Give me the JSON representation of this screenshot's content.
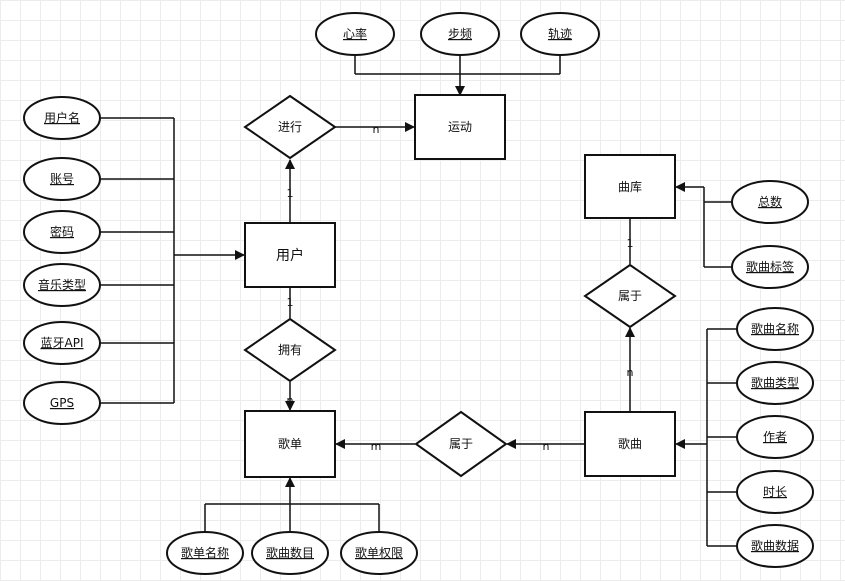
{
  "entities": {
    "user": "用户",
    "exercise": "运动",
    "library": "曲库",
    "playlist": "歌单",
    "song": "歌曲"
  },
  "relationships": {
    "performs": "进行",
    "owns": "拥有",
    "song_belongs_library": "属于",
    "song_belongs_playlist": "属于"
  },
  "attributes": {
    "exercise": [
      "心率",
      "步频",
      "轨迹"
    ],
    "user": [
      "用户名",
      "账号",
      "密码",
      "音乐类型",
      "蓝牙API",
      "GPS"
    ],
    "library": [
      "总数",
      "歌曲标签"
    ],
    "song": [
      "歌曲名称",
      "歌曲类型",
      "作者",
      "时长",
      "歌曲数据"
    ],
    "playlist": [
      "歌单名称",
      "歌曲数目",
      "歌单权限"
    ]
  },
  "cardinalities": {
    "user_performs": "1",
    "performs_exercise": "n",
    "user_owns": "1",
    "owns_playlist": "n",
    "song_belongs_library": "n",
    "belongs_library": "1",
    "song_belongs_playlist": "n",
    "belongs_playlist": "m"
  },
  "colors": {
    "stroke": "#111111",
    "fill": "#ffffff",
    "grid": "#ececec"
  }
}
